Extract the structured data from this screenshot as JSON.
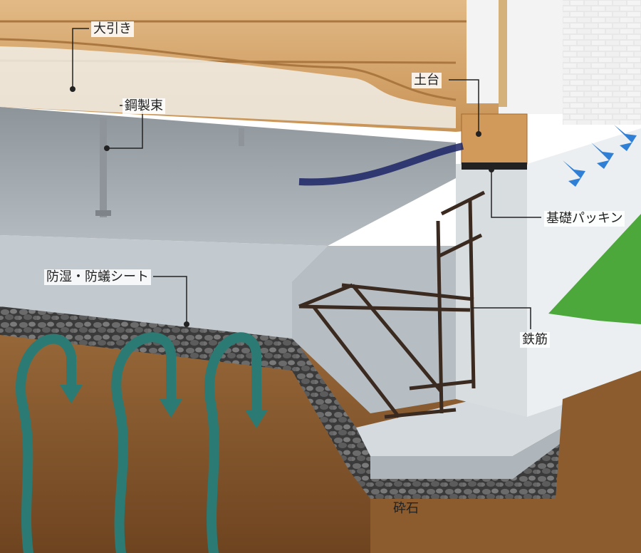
{
  "labels": {
    "ohiki": "大引き",
    "kouseitsuka": "鋼製束",
    "dodai": "土台",
    "kiso_packing": "基礎パッキン",
    "boshitsu_sheet": "防湿・防蟻シート",
    "tekkin": "鉄筋",
    "saiseki": "砕石"
  },
  "colors": {
    "wood": "#d6a76c",
    "wood_dark": "#a9773f",
    "concrete": "#c9d0d4",
    "concrete_dark": "#9ea7ad",
    "slab_top": "#a4abb0",
    "gravel": "#4a4a4a",
    "soil": "#8a5a2c",
    "moisture_arrow": "#2b7a74",
    "air_arrow": "#2f7fd6",
    "grass": "#4ca83a",
    "rebar": "#3a2a20"
  },
  "icons": {
    "moisture": "moisture-arrow-icon",
    "airflow": "airflow-arrow-icon"
  }
}
